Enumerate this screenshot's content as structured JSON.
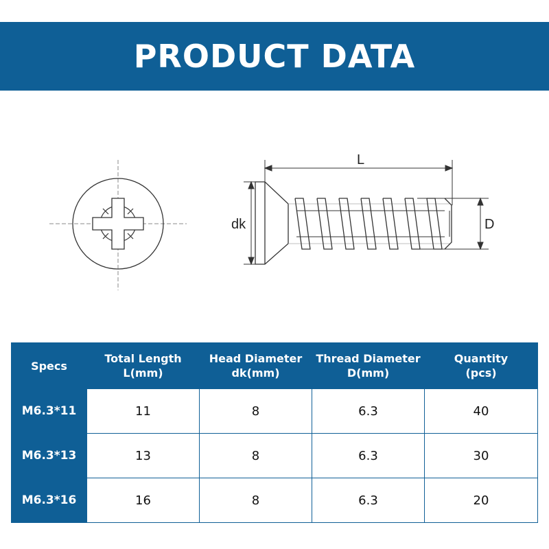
{
  "banner": {
    "title": "PRODUCT DATA"
  },
  "diagram": {
    "labels": {
      "length": "L",
      "head_diameter": "dk",
      "thread_diameter": "D"
    }
  },
  "table": {
    "headers": [
      {
        "line1": "Specs",
        "line2": ""
      },
      {
        "line1": "Total Length",
        "line2": "L(mm)"
      },
      {
        "line1": "Head Diameter",
        "line2": "dk(mm)"
      },
      {
        "line1": "Thread Diameter",
        "line2": "D(mm)"
      },
      {
        "line1": "Quantity",
        "line2": "(pcs)"
      }
    ],
    "rows": [
      {
        "spec": "M6.3*11",
        "length": "11",
        "head": "8",
        "thread": "6.3",
        "qty": "40"
      },
      {
        "spec": "M6.3*13",
        "length": "13",
        "head": "8",
        "thread": "6.3",
        "qty": "30"
      },
      {
        "spec": "M6.3*16",
        "length": "16",
        "head": "8",
        "thread": "6.3",
        "qty": "20"
      }
    ]
  },
  "colors": {
    "brand_blue": "#0f5f96",
    "text_dark": "#222222"
  }
}
